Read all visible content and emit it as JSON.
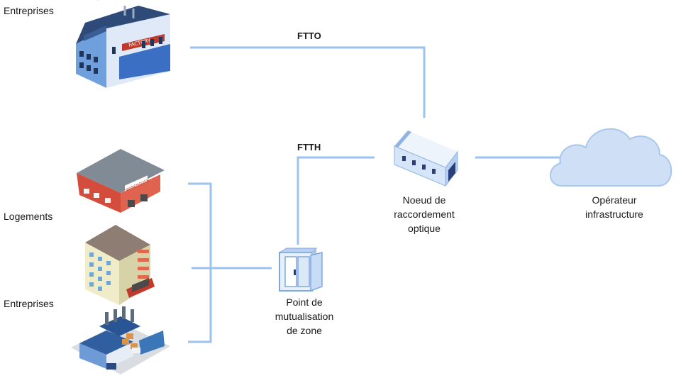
{
  "labels": {
    "entreprises_top": "Entreprises",
    "logements": "Logements",
    "entreprises_bottom": "Entreprises",
    "ftto": "FTTO",
    "ftth": "FTTH",
    "nro_line1": "Noeud de",
    "nro_line2": "raccordement",
    "nro_line3": "optique",
    "operator_line1": "Opérateur",
    "operator_line2": "infrastructure",
    "pmz_line1": "Point de",
    "pmz_line2": "mutualisation",
    "pmz_line3": "de zone"
  },
  "building_signs": {
    "factory": "FACTORY",
    "warehouse": "WAREHOUSE"
  },
  "colors": {
    "link": "#9cc2f0",
    "cloud": "#cfe0f6",
    "cloud_stroke": "#a9c6ec"
  },
  "icons": {
    "factory": "factory-building-icon",
    "warehouse": "warehouse-icon",
    "apartment": "apartment-building-icon",
    "industrial": "industrial-plant-icon",
    "nro": "optical-node-building-icon",
    "pmz": "street-cabinet-icon",
    "cloud": "cloud-icon"
  }
}
